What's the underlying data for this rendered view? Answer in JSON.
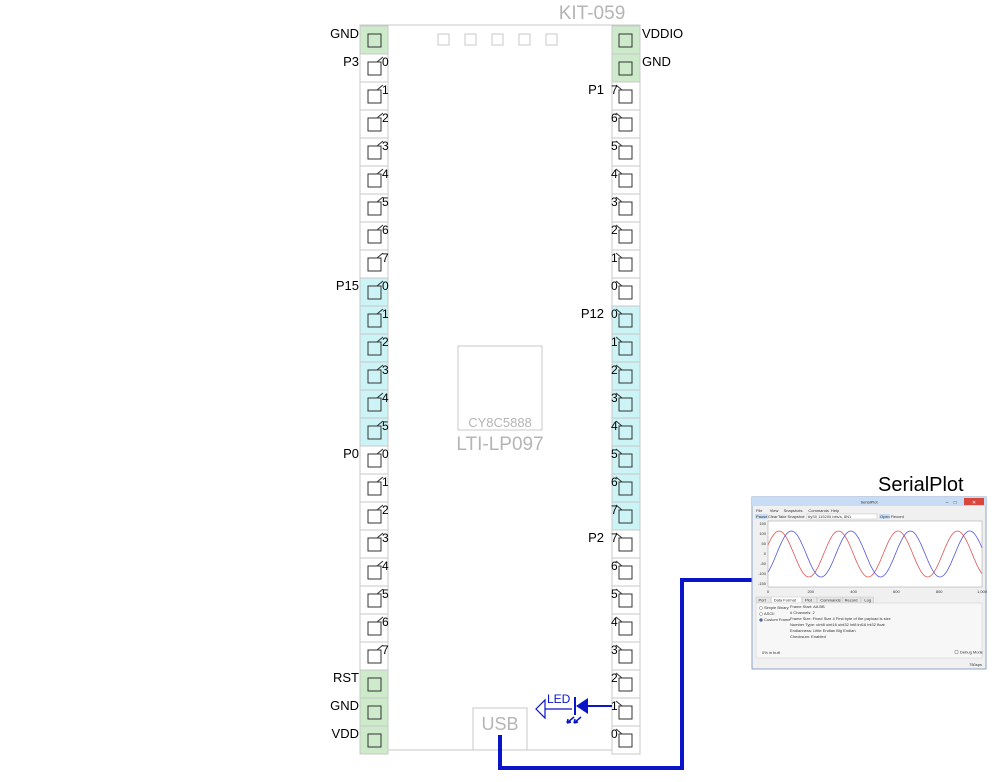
{
  "board": {
    "title": "KIT-059",
    "chip_name": "CY8C5888",
    "chip_label": "LTI-LP097",
    "usb_label": "USB",
    "led_label": "LED"
  },
  "left_pins": [
    {
      "port": "GND",
      "num": "",
      "color": "green"
    },
    {
      "port": "P3",
      "num": "0",
      "color": "none"
    },
    {
      "port": "",
      "num": "1",
      "color": "none"
    },
    {
      "port": "",
      "num": "2",
      "color": "none"
    },
    {
      "port": "",
      "num": "3",
      "color": "none"
    },
    {
      "port": "",
      "num": "4",
      "color": "none"
    },
    {
      "port": "",
      "num": "5",
      "color": "none"
    },
    {
      "port": "",
      "num": "6",
      "color": "none"
    },
    {
      "port": "",
      "num": "7",
      "color": "none"
    },
    {
      "port": "P15",
      "num": "0",
      "color": "cyan"
    },
    {
      "port": "",
      "num": "1",
      "color": "cyan"
    },
    {
      "port": "",
      "num": "2",
      "color": "cyan"
    },
    {
      "port": "",
      "num": "3",
      "color": "cyan"
    },
    {
      "port": "",
      "num": "4",
      "color": "cyan"
    },
    {
      "port": "",
      "num": "5",
      "color": "cyan"
    },
    {
      "port": "P0",
      "num": "0",
      "color": "none"
    },
    {
      "port": "",
      "num": "1",
      "color": "none"
    },
    {
      "port": "",
      "num": "2",
      "color": "none"
    },
    {
      "port": "",
      "num": "3",
      "color": "none"
    },
    {
      "port": "",
      "num": "4",
      "color": "none"
    },
    {
      "port": "",
      "num": "5",
      "color": "none"
    },
    {
      "port": "",
      "num": "6",
      "color": "none"
    },
    {
      "port": "",
      "num": "7",
      "color": "none"
    },
    {
      "port": "RST",
      "num": "",
      "color": "green"
    },
    {
      "port": "GND",
      "num": "",
      "color": "green"
    },
    {
      "port": "VDD",
      "num": "",
      "color": "green"
    }
  ],
  "right_pins": [
    {
      "port": "VDDIO",
      "num": "",
      "color": "green"
    },
    {
      "port": "GND",
      "num": "",
      "color": "green"
    },
    {
      "port": "P1",
      "num": "7",
      "color": "none"
    },
    {
      "port": "",
      "num": "6",
      "color": "none"
    },
    {
      "port": "",
      "num": "5",
      "color": "none"
    },
    {
      "port": "",
      "num": "4",
      "color": "none"
    },
    {
      "port": "",
      "num": "3",
      "color": "none"
    },
    {
      "port": "",
      "num": "2",
      "color": "none"
    },
    {
      "port": "",
      "num": "1",
      "color": "none"
    },
    {
      "port": "",
      "num": "0",
      "color": "none"
    },
    {
      "port": "P12",
      "num": "0",
      "color": "cyan"
    },
    {
      "port": "",
      "num": "1",
      "color": "cyan"
    },
    {
      "port": "",
      "num": "2",
      "color": "cyan"
    },
    {
      "port": "",
      "num": "3",
      "color": "cyan"
    },
    {
      "port": "",
      "num": "4",
      "color": "cyan"
    },
    {
      "port": "",
      "num": "5",
      "color": "cyan"
    },
    {
      "port": "",
      "num": "6",
      "color": "cyan"
    },
    {
      "port": "",
      "num": "7",
      "color": "cyan"
    },
    {
      "port": "P2",
      "num": "7",
      "color": "none"
    },
    {
      "port": "",
      "num": "6",
      "color": "none"
    },
    {
      "port": "",
      "num": "5",
      "color": "none"
    },
    {
      "port": "",
      "num": "4",
      "color": "none"
    },
    {
      "port": "",
      "num": "3",
      "color": "none"
    },
    {
      "port": "",
      "num": "2",
      "color": "none"
    },
    {
      "port": "",
      "num": "1",
      "color": "none"
    },
    {
      "port": "",
      "num": "0",
      "color": "none"
    }
  ],
  "colors": {
    "green": "#cdeacb",
    "cyan": "#ccf4f6",
    "wire": "#0a14c8",
    "board_outline": "#c8c8c8",
    "grey_text": "#b5b5b5",
    "sine_red": "#e05555",
    "sine_blue": "#5555e0"
  },
  "serialplot": {
    "heading": "SerialPlot",
    "window_title": "SerialPlot",
    "menu": [
      "File",
      "View",
      "Snapshots",
      "Commands",
      "Help"
    ],
    "toolbar": [
      "Pause",
      "Clear",
      "Take Snapshot",
      "ttyS0 115200 bits/s, 8N1",
      "Open",
      "Record"
    ],
    "y_ticks": [
      "150",
      "100",
      "50",
      "0",
      "-50",
      "-100",
      "-150"
    ],
    "x_ticks": [
      "0",
      "200",
      "400",
      "600",
      "800",
      "1,000"
    ],
    "tabs": [
      "Port",
      "Data Format",
      "Plot",
      "Commands",
      "Record",
      "Log"
    ],
    "format_options": [
      "Simple Binary",
      "ASCII",
      "Custom Frame"
    ],
    "form_rows": [
      "Frame Start:  AA BB",
      "# Channels:  2",
      "Frame Size:  Fixed Size  4   First byte of the payload is size",
      "Number Type:  uint8  uint16  uint32  int8  int16  int32  float",
      "Endianness:  Little Endian  Big Endian",
      "Checksum:  Enabled"
    ],
    "status_left": "0% in buff",
    "debug_mode": "Debug Mode",
    "status_right": "750sps"
  }
}
